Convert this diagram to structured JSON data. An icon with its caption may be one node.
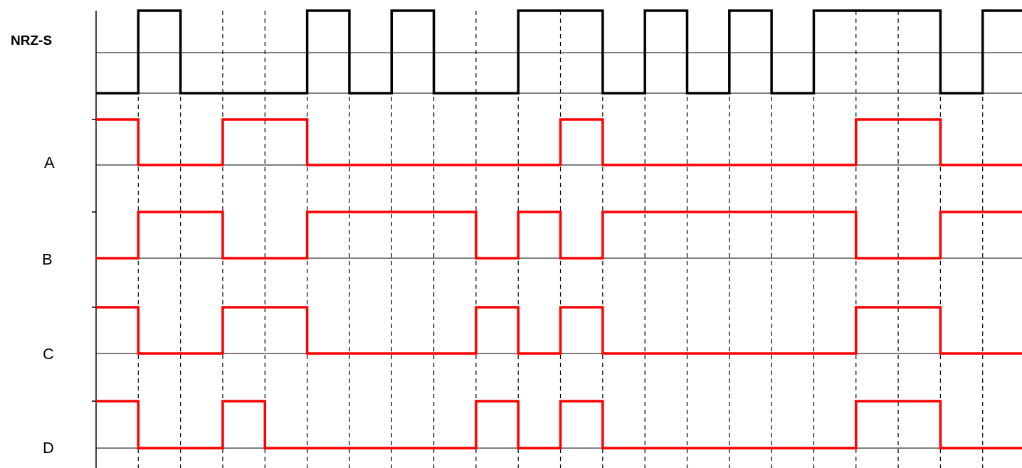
{
  "diagram": {
    "labels": [
      "NRZ-S",
      "A",
      "B",
      "C",
      "D"
    ]
  }
}
